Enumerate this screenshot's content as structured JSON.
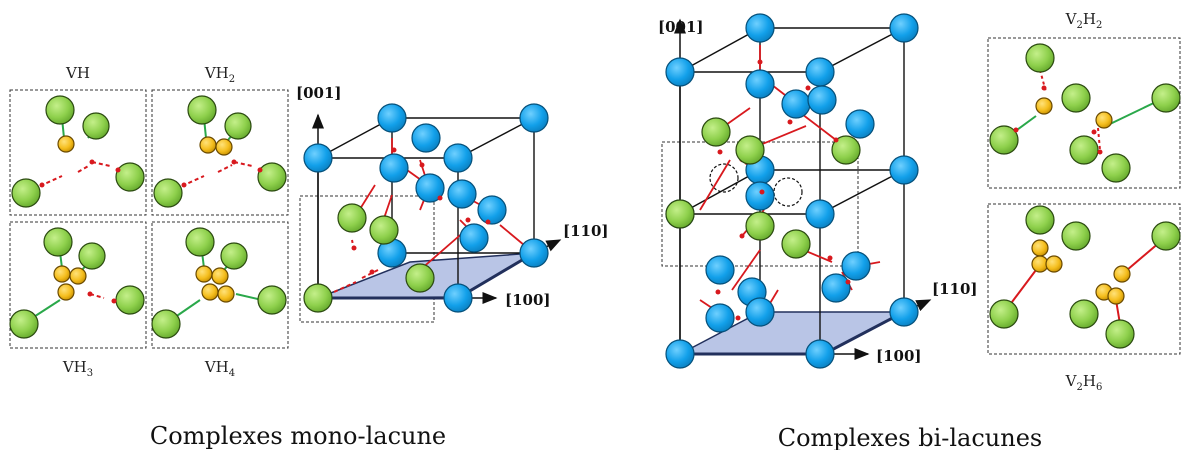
{
  "left": {
    "caption": "Complexes mono-lacune",
    "panels": [
      {
        "label": "VH",
        "base": "VH",
        "sub": ""
      },
      {
        "label": "VH2",
        "base": "VH",
        "sub": "2"
      },
      {
        "label": "VH3",
        "base": "VH",
        "sub": "3"
      },
      {
        "label": "VH4",
        "base": "VH",
        "sub": "4"
      }
    ],
    "axes": {
      "z": "[001]",
      "diag": "[110]",
      "x": "[100]"
    }
  },
  "right": {
    "caption": "Complexes bi-lacunes",
    "panels": [
      {
        "label": "V2H2",
        "base1": "V",
        "sub1": "2",
        "base2": "H",
        "sub2": "2"
      },
      {
        "label": "V2H6",
        "base1": "V",
        "sub1": "2",
        "base2": "H",
        "sub2": "6"
      }
    ],
    "axes": {
      "z": "[001]",
      "diag": "[110]",
      "x": "[100]"
    }
  },
  "colors": {
    "host_atom": "#1aa3e8",
    "solute_atom": "#8cd44a",
    "hydrogen_atom": "#f5be1e",
    "bond_red": "#d8191e",
    "bond_green": "#2aa84a",
    "plane_fill": "#b9c5e6"
  }
}
